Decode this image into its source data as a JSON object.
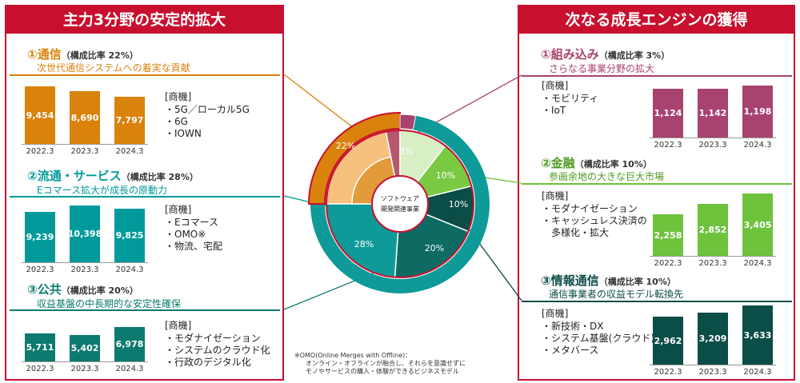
{
  "left_panel": {
    "title": "主力3分野の安定的拡大",
    "sections": [
      {
        "title": "①通信",
        "ratio": "（構成比率 22%）",
        "subtitle": "次世代通信システムへの着実な貢献",
        "products_header": "[商機]",
        "products": [
          "・5G／ローカル5G",
          "・6G",
          "・IOWN"
        ],
        "years": [
          "2022.3",
          "2023.3",
          "2024.3"
        ],
        "values": [
          "9,454",
          "8,690",
          "7,797"
        ],
        "color": "#d9820c"
      },
      {
        "title": "②流通・サービス",
        "ratio": "（構成比率 28%）",
        "subtitle": "Eコマース拡大が成長の原動力",
        "products_header": "[商機]",
        "products": [
          "・Eコマース",
          "・OMO※",
          "・物流、宅配"
        ],
        "years": [
          "2022.3",
          "2023.3",
          "2024.3"
        ],
        "values": [
          "9,239",
          "10,398",
          "9,825"
        ],
        "color": "#009a9a"
      },
      {
        "title": "③公共",
        "ratio": "（構成比率 20%）",
        "subtitle": "収益基盤の中長期的な安定性確保",
        "products_header": "[商機]",
        "products": [
          "・モダナイゼーション",
          "・システムのクラウド化",
          "・行政のデジタル化"
        ],
        "years": [
          "2022.3",
          "2023.3",
          "2024.3"
        ],
        "values": [
          "5,711",
          "5,402",
          "6,978"
        ],
        "color": "#0c7a6e"
      }
    ]
  },
  "right_panel": {
    "title": "次なる成長エンジンの獲得",
    "sections": [
      {
        "title": "①組み込み",
        "ratio": "（構成比率 3%）",
        "subtitle": "さらなる事業分野の拡大",
        "products_header": "[商機]",
        "products": [
          "・モビリティ",
          "・IoT"
        ],
        "years": [
          "2022.3",
          "2023.3",
          "2024.3"
        ],
        "values": [
          "1,124",
          "1,142",
          "1,198"
        ],
        "color": "#a8426e"
      },
      {
        "title": "②金融",
        "ratio": "（構成比率 10%）",
        "subtitle": "参画余地の大きな巨大市場",
        "products_header": "[商機]",
        "products": [
          "・モダナイゼーション",
          "・キャッシュレス決済の",
          "　多様化・拡大"
        ],
        "years": [
          "2022.3",
          "2023.3",
          "2024.3"
        ],
        "values": [
          "2,258",
          "2,852",
          "3,405"
        ],
        "color": "#6ec23c"
      },
      {
        "title": "③情報通信",
        "ratio": "（構成比率 10%）",
        "subtitle": "通信事業者の収益モデル転換先",
        "products_header": "[商機]",
        "products": [
          "・新技術・DX",
          "・システム基盤(クラウド)",
          "・メタバース"
        ],
        "years": [
          "2022.3",
          "2023.3",
          "2024.3"
        ],
        "values": [
          "2,962",
          "3,209",
          "3,633"
        ],
        "color": "#0b4d47"
      }
    ]
  },
  "donut": {
    "center_line1": "ソフトウェア",
    "center_line2": "開発関連事業",
    "labels": {
      "a": "22%",
      "b": "3%",
      "c": "10%",
      "d": "10%",
      "e": "20%",
      "f": "28%"
    }
  },
  "footnote": {
    "line1": "※OMO(Online Merges with Offline)：",
    "line2": "オンライン・オフラインが融合し、それらを意識せずに",
    "line3": "モノやサービスの購入・体験ができるビジネスモデル"
  },
  "chart_data": [
    {
      "type": "bar",
      "title": "①通信",
      "categories": [
        "2022.3",
        "2023.3",
        "2024.3"
      ],
      "values": [
        9454,
        8690,
        7797
      ]
    },
    {
      "type": "bar",
      "title": "②流通・サービス",
      "categories": [
        "2022.3",
        "2023.3",
        "2024.3"
      ],
      "values": [
        9239,
        10398,
        9825
      ]
    },
    {
      "type": "bar",
      "title": "③公共",
      "categories": [
        "2022.3",
        "2023.3",
        "2024.3"
      ],
      "values": [
        5711,
        5402,
        6978
      ]
    },
    {
      "type": "bar",
      "title": "①組み込み",
      "categories": [
        "2022.3",
        "2023.3",
        "2024.3"
      ],
      "values": [
        1124,
        1142,
        1198
      ]
    },
    {
      "type": "bar",
      "title": "②金融",
      "categories": [
        "2022.3",
        "2023.3",
        "2024.3"
      ],
      "values": [
        2258,
        2852,
        3405
      ]
    },
    {
      "type": "bar",
      "title": "③情報通信",
      "categories": [
        "2022.3",
        "2023.3",
        "2024.3"
      ],
      "values": [
        2962,
        3209,
        3633
      ]
    },
    {
      "type": "pie",
      "title": "",
      "categories": [
        "通信",
        "組み込み",
        "金融",
        "情報通信",
        "公共",
        "流通・サービス"
      ],
      "values": [
        22,
        3,
        10,
        10,
        20,
        28
      ]
    }
  ]
}
